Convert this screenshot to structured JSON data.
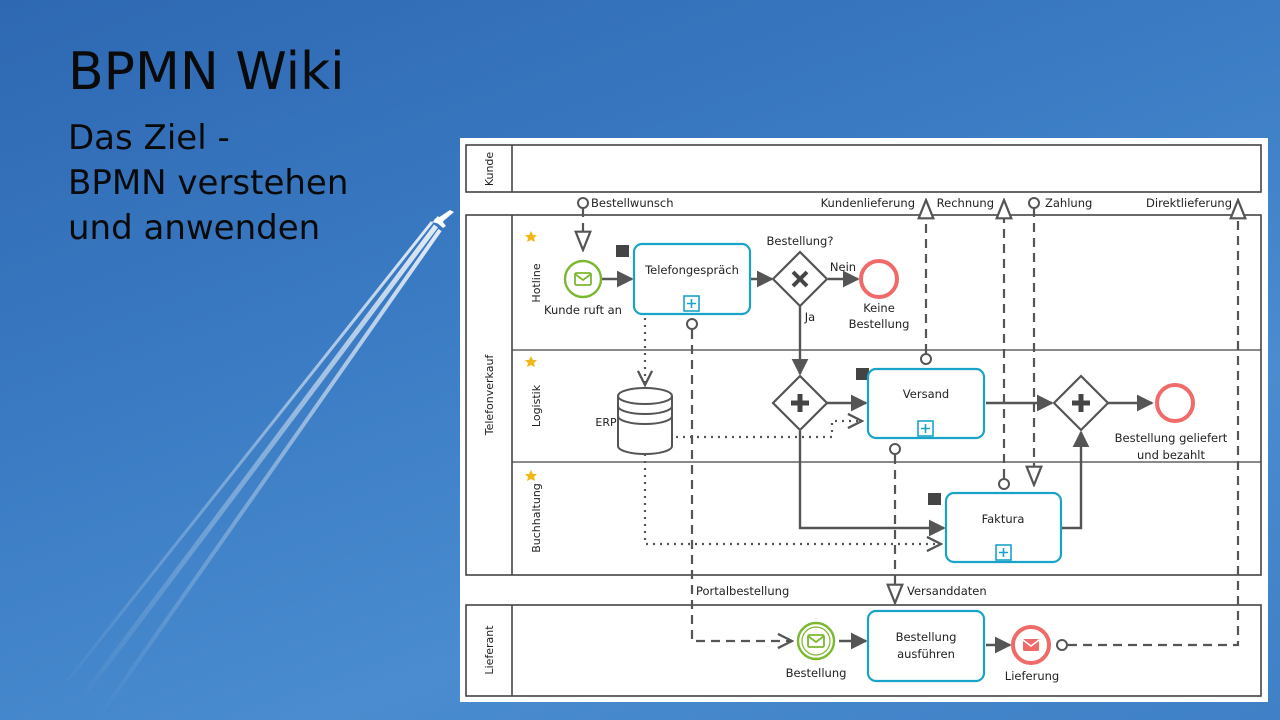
{
  "slide": {
    "title": "BPMN Wiki",
    "subtitle_lines": [
      "Das Ziel -",
      "BPMN verstehen",
      "und anwenden"
    ]
  },
  "colors": {
    "background": "#3b7cc4",
    "task_border": "#1aa3c8",
    "start_event": "#7cb82f",
    "end_event": "#f06a6a",
    "flow": "#555555",
    "pool_border": "#444444"
  },
  "diagram": {
    "pools": {
      "kunde": "Kunde",
      "telefonverkauf": "Telefonverkauf",
      "lieferant": "Lieferant"
    },
    "lanes": {
      "hotline": "Hotline",
      "logistik": "Logistik",
      "buchhaltung": "Buchhaltung"
    },
    "messages": {
      "bestellwunsch": "Bestellwunsch",
      "kundenlieferung": "Kundenlieferung",
      "rechnung": "Rechnung",
      "zahlung": "Zahlung",
      "direktlieferung": "Direktlieferung",
      "portalbestellung": "Portalbestellung",
      "versanddaten": "Versanddaten"
    },
    "events": {
      "kunde_ruft_an": "Kunde ruft an",
      "keine_bestellung_1": "Keine",
      "keine_bestellung_2": "Bestellung",
      "geliefert_1": "Bestellung geliefert",
      "geliefert_2": "und bezahlt",
      "bestellung": "Bestellung",
      "lieferung": "Lieferung"
    },
    "tasks": {
      "telefongespraech": "Telefongespräch",
      "versand": "Versand",
      "faktura": "Faktura",
      "ausfuehren_1": "Bestellung",
      "ausfuehren_2": "ausführen"
    },
    "gateways": {
      "bestellung_q": "Bestellung?",
      "nein": "Nein",
      "ja": "Ja"
    },
    "data_store": "ERP"
  }
}
